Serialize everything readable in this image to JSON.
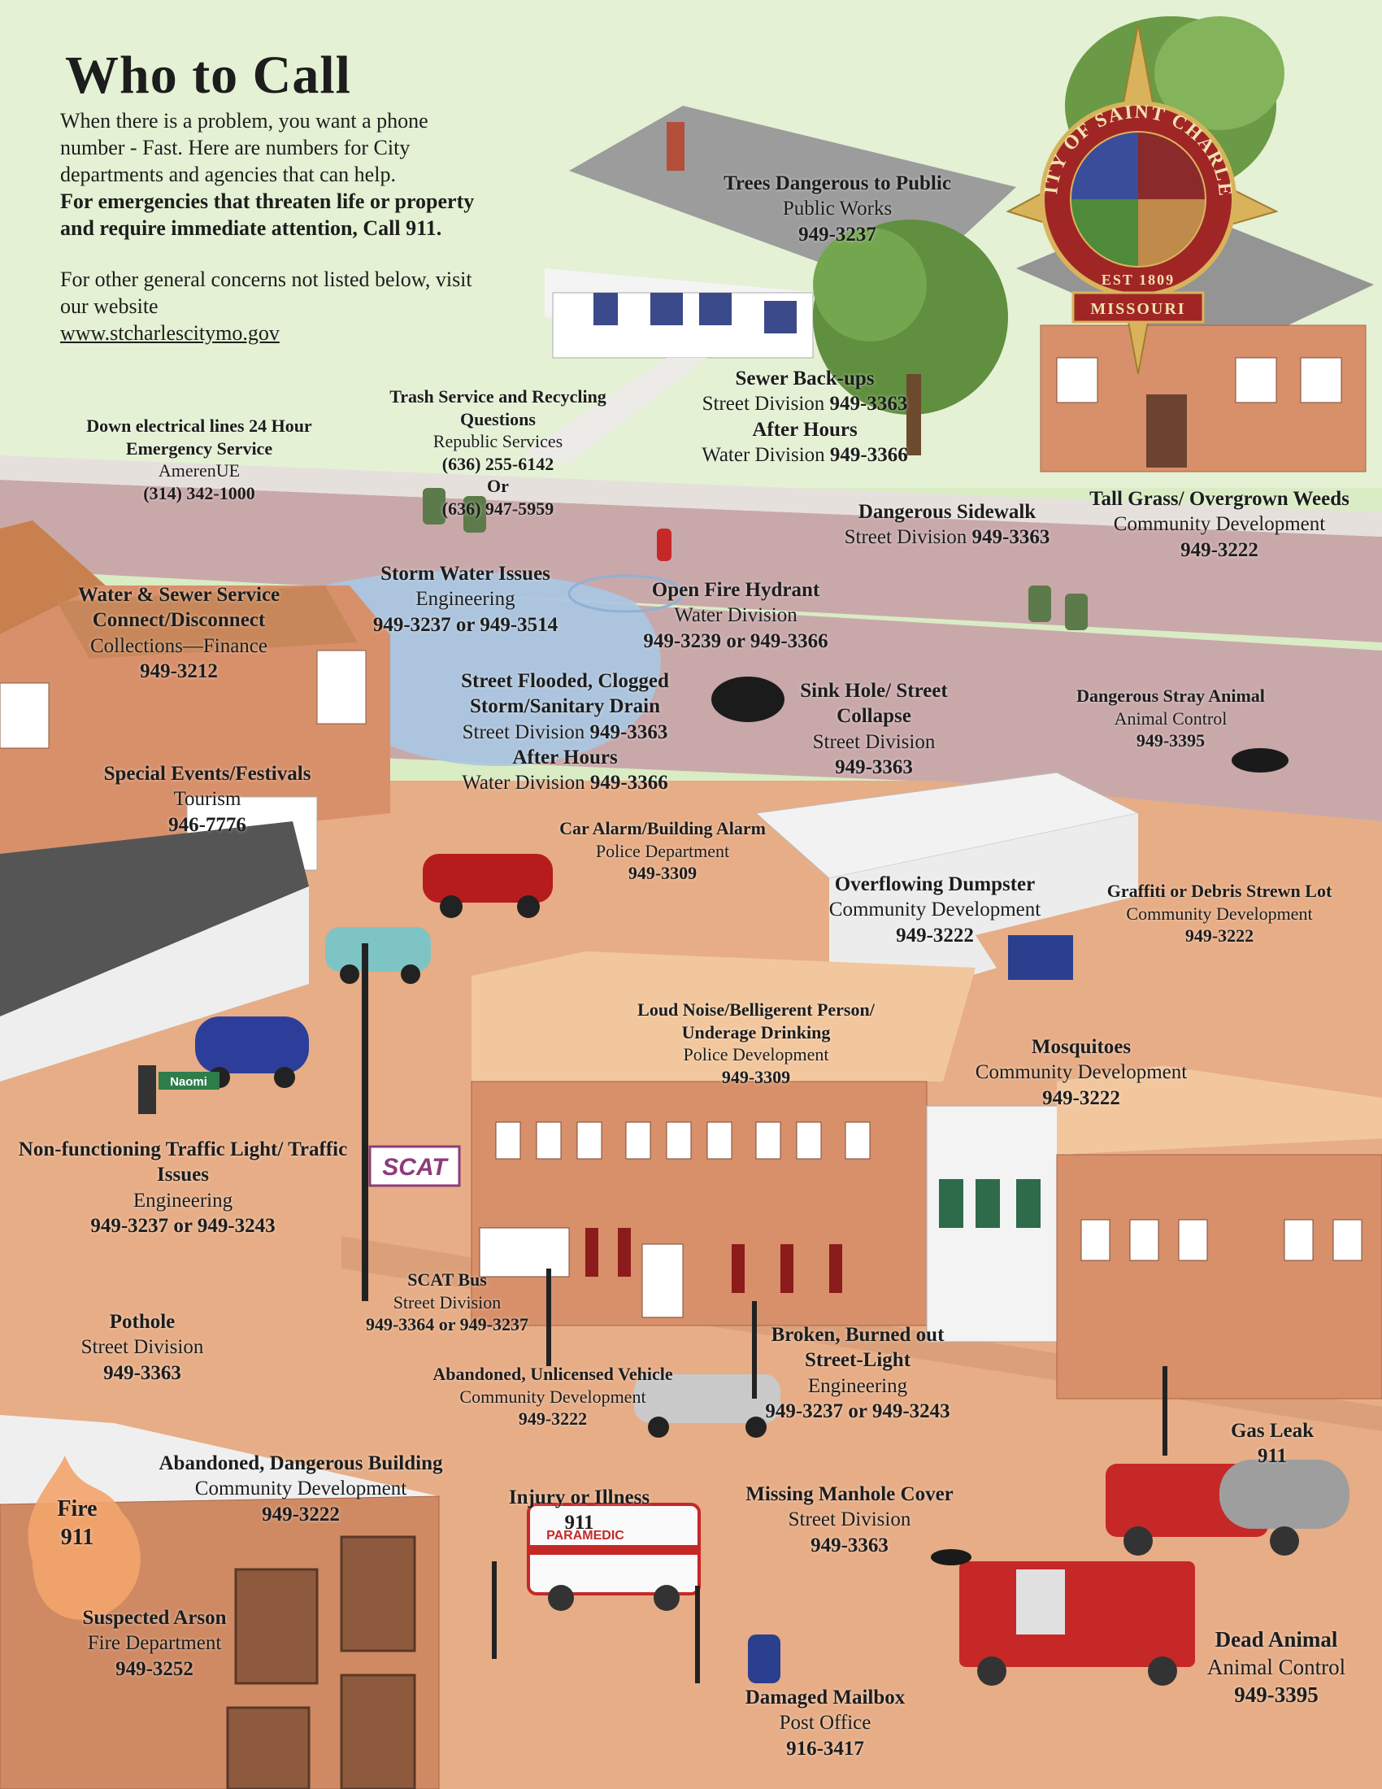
{
  "header": {
    "title": "Who to Call",
    "intro": "When there is a problem, you want a phone number - Fast. Here are numbers for City departments and agencies that can help.",
    "emergency": "For emergencies that threaten life or property and require immediate attention, Call 911.",
    "general": "For other general concerns not listed below, visit our website",
    "website": "www.stcharlescitymo.gov"
  },
  "logo": {
    "top": "CITY OF SAINT CHARLES",
    "est": "EST 1809",
    "state": "MISSOURI"
  },
  "signs": {
    "street": "Naomi",
    "bus": "SCAT",
    "ambulance": "PARAMEDIC"
  },
  "colors": {
    "grass": "#d9ecc4",
    "road": "#c9a8aa",
    "brick": "#d8906a",
    "plaza": "#e7ad86",
    "water": "#a9c6e2"
  },
  "entries": [
    {
      "title": "Trees Dangerous to Public",
      "agency": "Public Works",
      "number": "949-3237"
    },
    {
      "title": "Down electrical lines 24 Hour Emergency Service",
      "agency": "AmerenUE",
      "number": "(314) 342-1000"
    },
    {
      "title": "Trash Service and Recycling Questions",
      "agency": "Republic Services",
      "number": "(636) 255-6142",
      "or": "Or",
      "number2": "(636) 947-5959"
    },
    {
      "title": "Sewer Back-ups",
      "agency": "Street Division",
      "number": "949-3363",
      "title2": "After Hours",
      "agency2": "Water Division",
      "number2": "949-3366"
    },
    {
      "title": "Dangerous Sidewalk",
      "agency": "Street Division",
      "number": "949-3363"
    },
    {
      "title": "Tall Grass/ Overgrown Weeds",
      "agency": "Community Development",
      "number": "949-3222"
    },
    {
      "title": "Water & Sewer Service Connect/Disconnect",
      "agency": "Collections—Finance",
      "number": "949-3212"
    },
    {
      "title": "Storm Water Issues",
      "agency": "Engineering",
      "number": "949-3237 or 949-3514"
    },
    {
      "title": "Open Fire Hydrant",
      "agency": "Water Division",
      "number": "949-3239 or 949-3366"
    },
    {
      "title": "Street Flooded, Clogged Storm/Sanitary Drain",
      "agency": "Street Division",
      "number": "949-3363",
      "title2": "After Hours",
      "agency2": "Water Division",
      "number2": "949-3366"
    },
    {
      "title": "Sink Hole/ Street Collapse",
      "agency": "Street Division",
      "number": "949-3363"
    },
    {
      "title": "Dangerous Stray Animal",
      "agency": "Animal Control",
      "number": "949-3395"
    },
    {
      "title": "Special Events/Festivals",
      "agency": "Tourism",
      "number": "946-7776"
    },
    {
      "title": "Car Alarm/Building Alarm",
      "agency": "Police Department",
      "number": "949-3309"
    },
    {
      "title": "Overflowing Dumpster",
      "agency": "Community Development",
      "number": "949-3222"
    },
    {
      "title": "Graffiti or Debris Strewn Lot",
      "agency": "Community Development",
      "number": "949-3222"
    },
    {
      "title": "Loud Noise/Belligerent Person/ Underage Drinking",
      "agency": "Police Development",
      "number": "949-3309"
    },
    {
      "title": "Mosquitoes",
      "agency": "Community Development",
      "number": "949-3222"
    },
    {
      "title": "Non-functioning Traffic Light/ Traffic Issues",
      "agency": "Engineering",
      "number": "949-3237 or 949-3243"
    },
    {
      "title": "SCAT Bus",
      "agency": "Street Division",
      "number": "949-3364 or 949-3237"
    },
    {
      "title": "Pothole",
      "agency": "Street Division",
      "number": "949-3363"
    },
    {
      "title": "Broken, Burned out Street-Light",
      "agency": "Engineering",
      "number": "949-3237 or 949-3243"
    },
    {
      "title": "Abandoned, Unlicensed Vehicle",
      "agency": "Community Development",
      "number": "949-3222"
    },
    {
      "title": "Gas Leak",
      "agency": "",
      "number": "911"
    },
    {
      "title": "Abandoned, Dangerous Building",
      "agency": "Community Development",
      "number": "949-3222"
    },
    {
      "title": "Fire",
      "agency": "",
      "number": "911"
    },
    {
      "title": "Injury or Illness",
      "agency": "",
      "number": "911"
    },
    {
      "title": "Missing Manhole Cover",
      "agency": "Street Division",
      "number": "949-3363"
    },
    {
      "title": "Suspected Arson",
      "agency": "Fire Department",
      "number": "949-3252"
    },
    {
      "title": "Dead Animal",
      "agency": "Animal Control",
      "number": "949-3395"
    },
    {
      "title": "Damaged Mailbox",
      "agency": "Post Office",
      "number": "916-3417"
    }
  ]
}
